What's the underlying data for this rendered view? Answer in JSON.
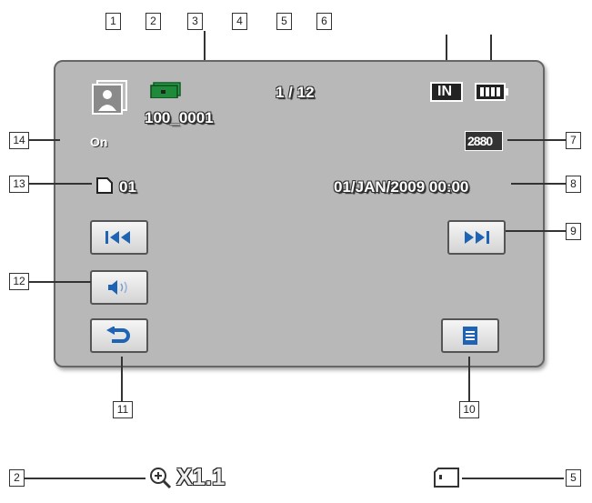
{
  "callouts": {
    "c1": "1",
    "c2": "2",
    "c3": "3",
    "c4": "4",
    "c5": "5",
    "c6": "6",
    "c7": "7",
    "c8": "8",
    "c9": "9",
    "c10": "10",
    "c11": "11",
    "c12": "12",
    "c13": "13",
    "c14": "14",
    "b2": "2",
    "b5": "5"
  },
  "screen": {
    "folder_file": "100_0001",
    "image_counter": "1 / 12",
    "storage_label": "IN",
    "resolution": "2880",
    "print_count": "01",
    "datetime": "01/JAN/2009 00:00",
    "protect_label": "On"
  },
  "zoom": {
    "label": "X1.1"
  },
  "icons": {
    "thumbnail": "photo-thumbnail-icon",
    "card": "memory-card-icon",
    "storage": "internal-memory-icon",
    "battery": "battery-icon",
    "prev": "previous-icon",
    "next": "next-icon",
    "volume": "volume-icon",
    "back": "return-icon",
    "menu": "menu-icon",
    "print": "print-icon",
    "zoom": "zoom-icon",
    "card_small": "card-outline-icon"
  },
  "colors": {
    "screen": "#b8b8b8",
    "button_icon": "#1e63b4",
    "card": "#1f8a3a"
  }
}
